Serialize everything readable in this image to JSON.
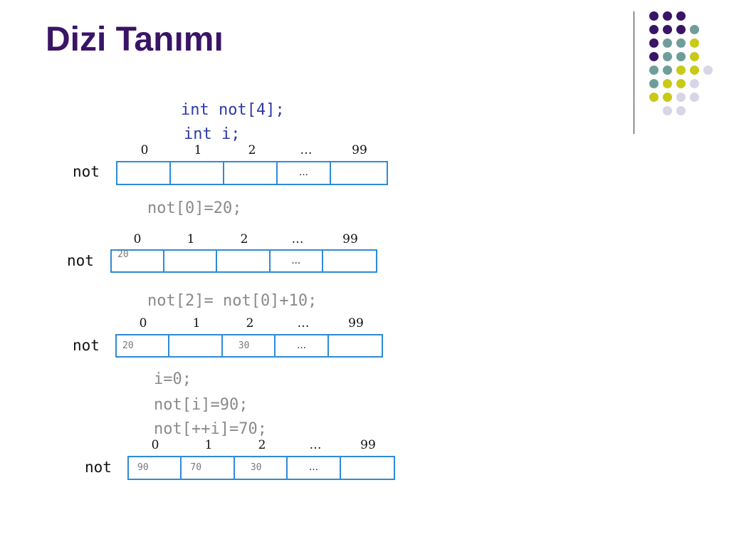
{
  "title": "Dizi Tanımı",
  "colors": {
    "purple": "#3a1466",
    "teal": "#6f9d9a",
    "yellow": "#c9c91a",
    "lavender": "#d6d6e6",
    "code_blue": "#2e3aa8",
    "code_gray": "#8a8a8a",
    "cell_border": "#2e8ad8"
  },
  "decoration": {
    "dot_rows": [
      [
        "purple",
        "purple",
        "purple"
      ],
      [
        "purple",
        "purple",
        "purple",
        "teal"
      ],
      [
        "purple",
        "teal",
        "teal",
        "yellow"
      ],
      [
        "purple",
        "teal",
        "teal",
        "yellow"
      ],
      [
        "teal",
        "teal",
        "yellow",
        "yellow",
        "lavender"
      ],
      [
        "teal",
        "yellow",
        "yellow",
        "lavender"
      ],
      [
        "yellow",
        "yellow",
        "lavender",
        "lavender"
      ],
      [
        "lavender",
        "lavender"
      ]
    ]
  },
  "code_blocks": {
    "decl_1": "int not[4];",
    "decl_2": "int i;",
    "assign_1": "not[0]=20;",
    "assign_2": "not[2]= not[0]+10;",
    "assign_3a": "i=0;",
    "assign_3b": "not[i]=90;",
    "assign_3c": "not[++i]=70;"
  },
  "diagrams": [
    {
      "array_name": "not",
      "indices": [
        "0",
        "1",
        "2",
        "…",
        "99"
      ],
      "cells": [
        "",
        "",
        "",
        "…",
        ""
      ]
    },
    {
      "array_name": "not",
      "indices": [
        "0",
        "1",
        "2",
        "…",
        "99"
      ],
      "cells": [
        "20",
        "",
        "",
        "…",
        ""
      ]
    },
    {
      "array_name": "not",
      "indices": [
        "0",
        "1",
        "2",
        "…",
        "99"
      ],
      "cells": [
        "20",
        "",
        "30",
        "…",
        ""
      ]
    },
    {
      "array_name": "not",
      "indices": [
        "0",
        "1",
        "2",
        "…",
        "99"
      ],
      "cells": [
        "90",
        "70",
        "30",
        "…",
        ""
      ]
    }
  ]
}
